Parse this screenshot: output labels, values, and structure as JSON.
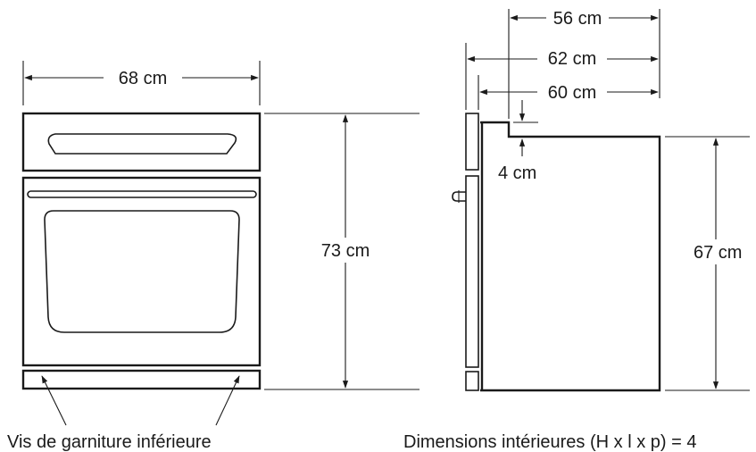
{
  "front_view": {
    "width_label": "68 cm",
    "height_label": "73 cm",
    "caption": "Vis de garniture inférieure"
  },
  "side_view": {
    "depth_top_label": "56 cm",
    "depth_overall_label": "62 cm",
    "depth_body_label": "60 cm",
    "step_label": "4 cm",
    "height_label": "67 cm",
    "caption": "Dimensions intérieures (H x l x p) = 4"
  }
}
